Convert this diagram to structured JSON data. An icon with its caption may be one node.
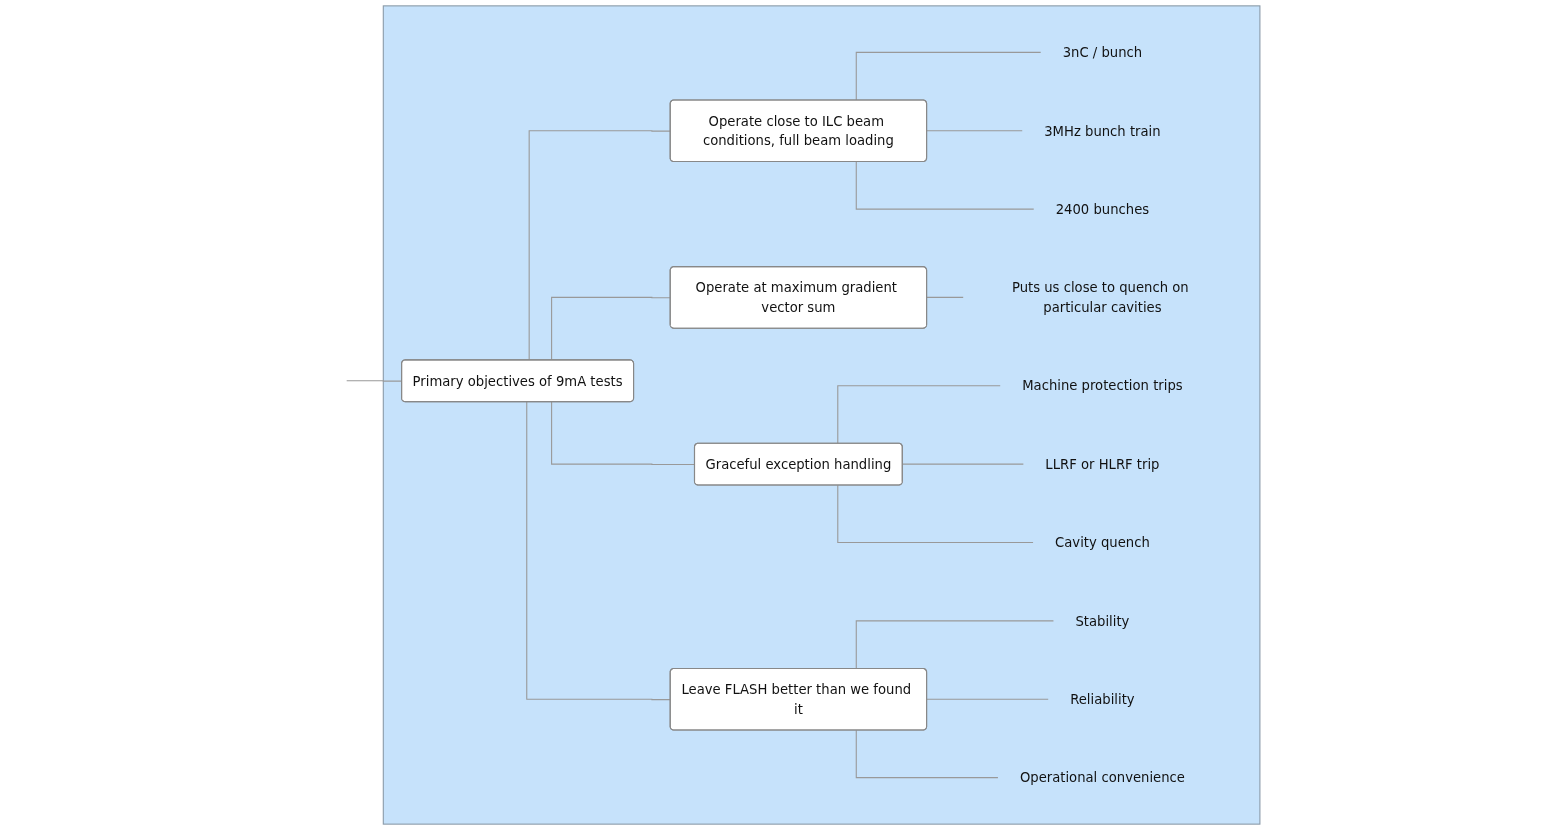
{
  "diagram": {
    "nodes": [
      {
        "text": [],
        "shape": "box"
      },
      {
        "text": [
          "Primary objectives of 9mA tests"
        ],
        "in": 0
      },
      {
        "text": [
          "Operate close to ILC beam conditions, full beam loading"
        ],
        "in": 0
      },
      {
        "text": [
          "3nC / bunch"
        ],
        "in": 0
      },
      {
        "text": [
          "3MHz bunch train"
        ],
        "in": 0
      },
      {
        "text": [
          "2400 bunches"
        ],
        "in": 0
      },
      {
        "text": [
          "Operate at maximum gradient vector sum"
        ],
        "in": 0
      },
      {
        "text": [
          "Puts us close to quench on particular cavities"
        ],
        "in": 0
      },
      {
        "text": [
          "Graceful exception handling"
        ],
        "in": 0
      },
      {
        "text": [
          "Machine protection trips"
        ],
        "in": 0
      },
      {
        "text": [
          "LLRF or HLRF trip"
        ],
        "in": 0
      },
      {
        "text": [
          "Cavity quench"
        ],
        "in": 0
      },
      {
        "text": [
          "Leave FLASH better than we found it"
        ],
        "in": 0
      },
      {
        "text": [
          "Stability"
        ],
        "in": 0
      },
      {
        "text": [
          "Reliability"
        ],
        "in": 0
      },
      {
        "text": [
          "Operational convenience"
        ],
        "in": 0
      }
    ],
    "edges": [
      {
        "from": null,
        "to": 1,
        "arrow": "none"
      },
      {
        "from": 1,
        "to": 2,
        "arrow": "none"
      },
      {
        "from": 1,
        "to": 6,
        "arrow": "none"
      },
      {
        "from": 1,
        "to": 8,
        "arrow": "none"
      },
      {
        "from": 1,
        "to": 12,
        "arrow": "none"
      },
      {
        "from": 2,
        "to": 3,
        "arrow": "none"
      },
      {
        "from": 2,
        "to": 4,
        "arrow": "none"
      },
      {
        "from": 2,
        "to": 5,
        "arrow": "none"
      },
      {
        "from": 6,
        "to": 7,
        "arrow": "none"
      },
      {
        "from": 8,
        "to": 9,
        "arrow": "none"
      },
      {
        "from": 8,
        "to": 10,
        "arrow": "none"
      },
      {
        "from": 8,
        "to": 11,
        "arrow": "none"
      },
      {
        "from": 12,
        "to": 13,
        "arrow": "none"
      },
      {
        "from": 12,
        "to": 14,
        "arrow": "none"
      },
      {
        "from": 12,
        "to": 15,
        "arrow": "none"
      }
    ]
  }
}
